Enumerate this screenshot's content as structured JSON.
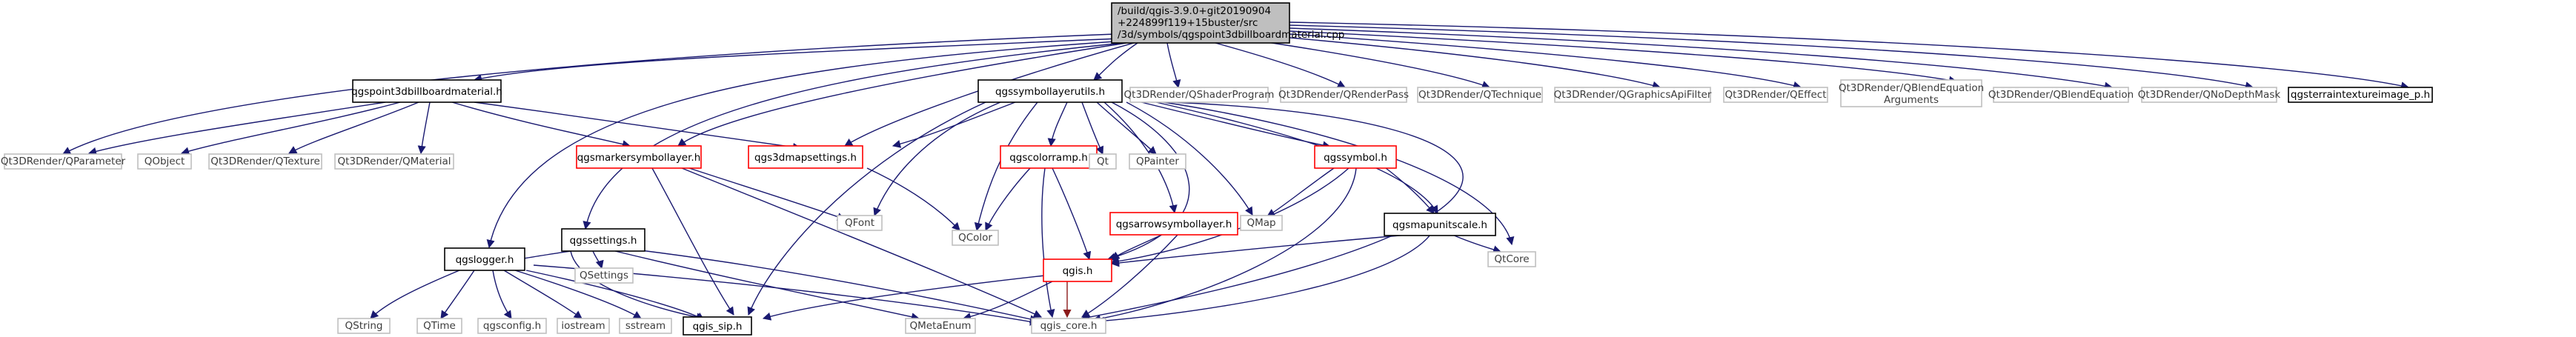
{
  "root": {
    "label_lines": [
      "/build/qgis-3.9.0+git20190904",
      "+224899f119+15buster/src",
      "/3d/symbols/qgspoint3dbillboardmaterial.cpp"
    ]
  },
  "nodes": {
    "qgspoint3dbillboardmaterial_h": "qgspoint3dbillboardmaterial.h",
    "qgssymbollayerutils_h": "qgssymbollayerutils.h",
    "qt3d_qshaderprogram": "Qt3DRender/QShaderProgram",
    "qt3d_qrenderpass": "Qt3DRender/QRenderPass",
    "qt3d_qtechnique": "Qt3DRender/QTechnique",
    "qt3d_qgraphicsapifilter": "Qt3DRender/QGraphicsApiFilter",
    "qt3d_qeffect": "Qt3DRender/QEffect",
    "qt3d_qblendequationarguments_1": "Qt3DRender/QBlendEquation",
    "qt3d_qblendequationarguments_2": "Arguments",
    "qt3d_qblendequation": "Qt3DRender/QBlendEquation",
    "qt3d_qnodepthmask": "Qt3DRender/QNoDepthMask",
    "qgsterraintextureimage_p_h": "qgsterraintextureimage_p.h",
    "qt3d_qparameter": "Qt3DRender/QParameter",
    "qobject": "QObject",
    "qt3d_qtexture": "Qt3DRender/QTexture",
    "qt3d_qmaterial": "Qt3DRender/QMaterial",
    "qgsmarkersymbollayer_h": "qgsmarkersymbollayer.h",
    "qgs3dmapsettings_h": "qgs3dmapsettings.h",
    "qgscolorramp_h": "qgscolorramp.h",
    "qt": "Qt",
    "qpainter": "QPainter",
    "qgssymbol_h": "qgssymbol.h",
    "qfont": "QFont",
    "qcolor": "QColor",
    "qmap": "QMap",
    "qgsmapunitscale_h": "qgsmapunitscale.h",
    "qgssettings_h": "qgssettings.h",
    "qgsarrowsymbollayer_h": "qgsarrowsymbollayer.h",
    "qsettings": "QSettings",
    "qgslogger_h": "qgslogger.h",
    "qgis_h": "qgis.h",
    "qtcore": "QtCore",
    "qstring": "QString",
    "qtime": "QTime",
    "qgsconfig_h": "qgsconfig.h",
    "iostream": "iostream",
    "sstream": "sstream",
    "qgis_sip_h": "qgis_sip.h",
    "qmetaenum": "QMetaEnum",
    "qgis_core_h": "qgis_core.h"
  }
}
